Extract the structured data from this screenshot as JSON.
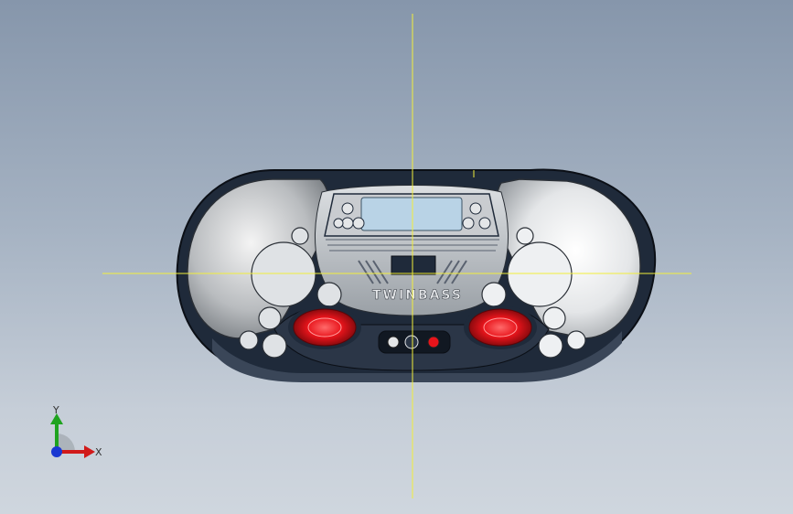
{
  "viewport": {
    "background_top": "#8696ab",
    "background_bottom": "#cfd6de"
  },
  "model": {
    "name": "boombox",
    "brand_text": "TWINBASS",
    "accent_color": "#e8141b",
    "body_color": "#1f2a3a",
    "display_color": "#b9d3e6",
    "crosshair_color": "#f2ee3a"
  },
  "triad": {
    "x_label": "X",
    "y_label": "Y",
    "x_color": "#d11a1a",
    "y_color": "#1fa31f",
    "z_color": "#1a38d1"
  }
}
